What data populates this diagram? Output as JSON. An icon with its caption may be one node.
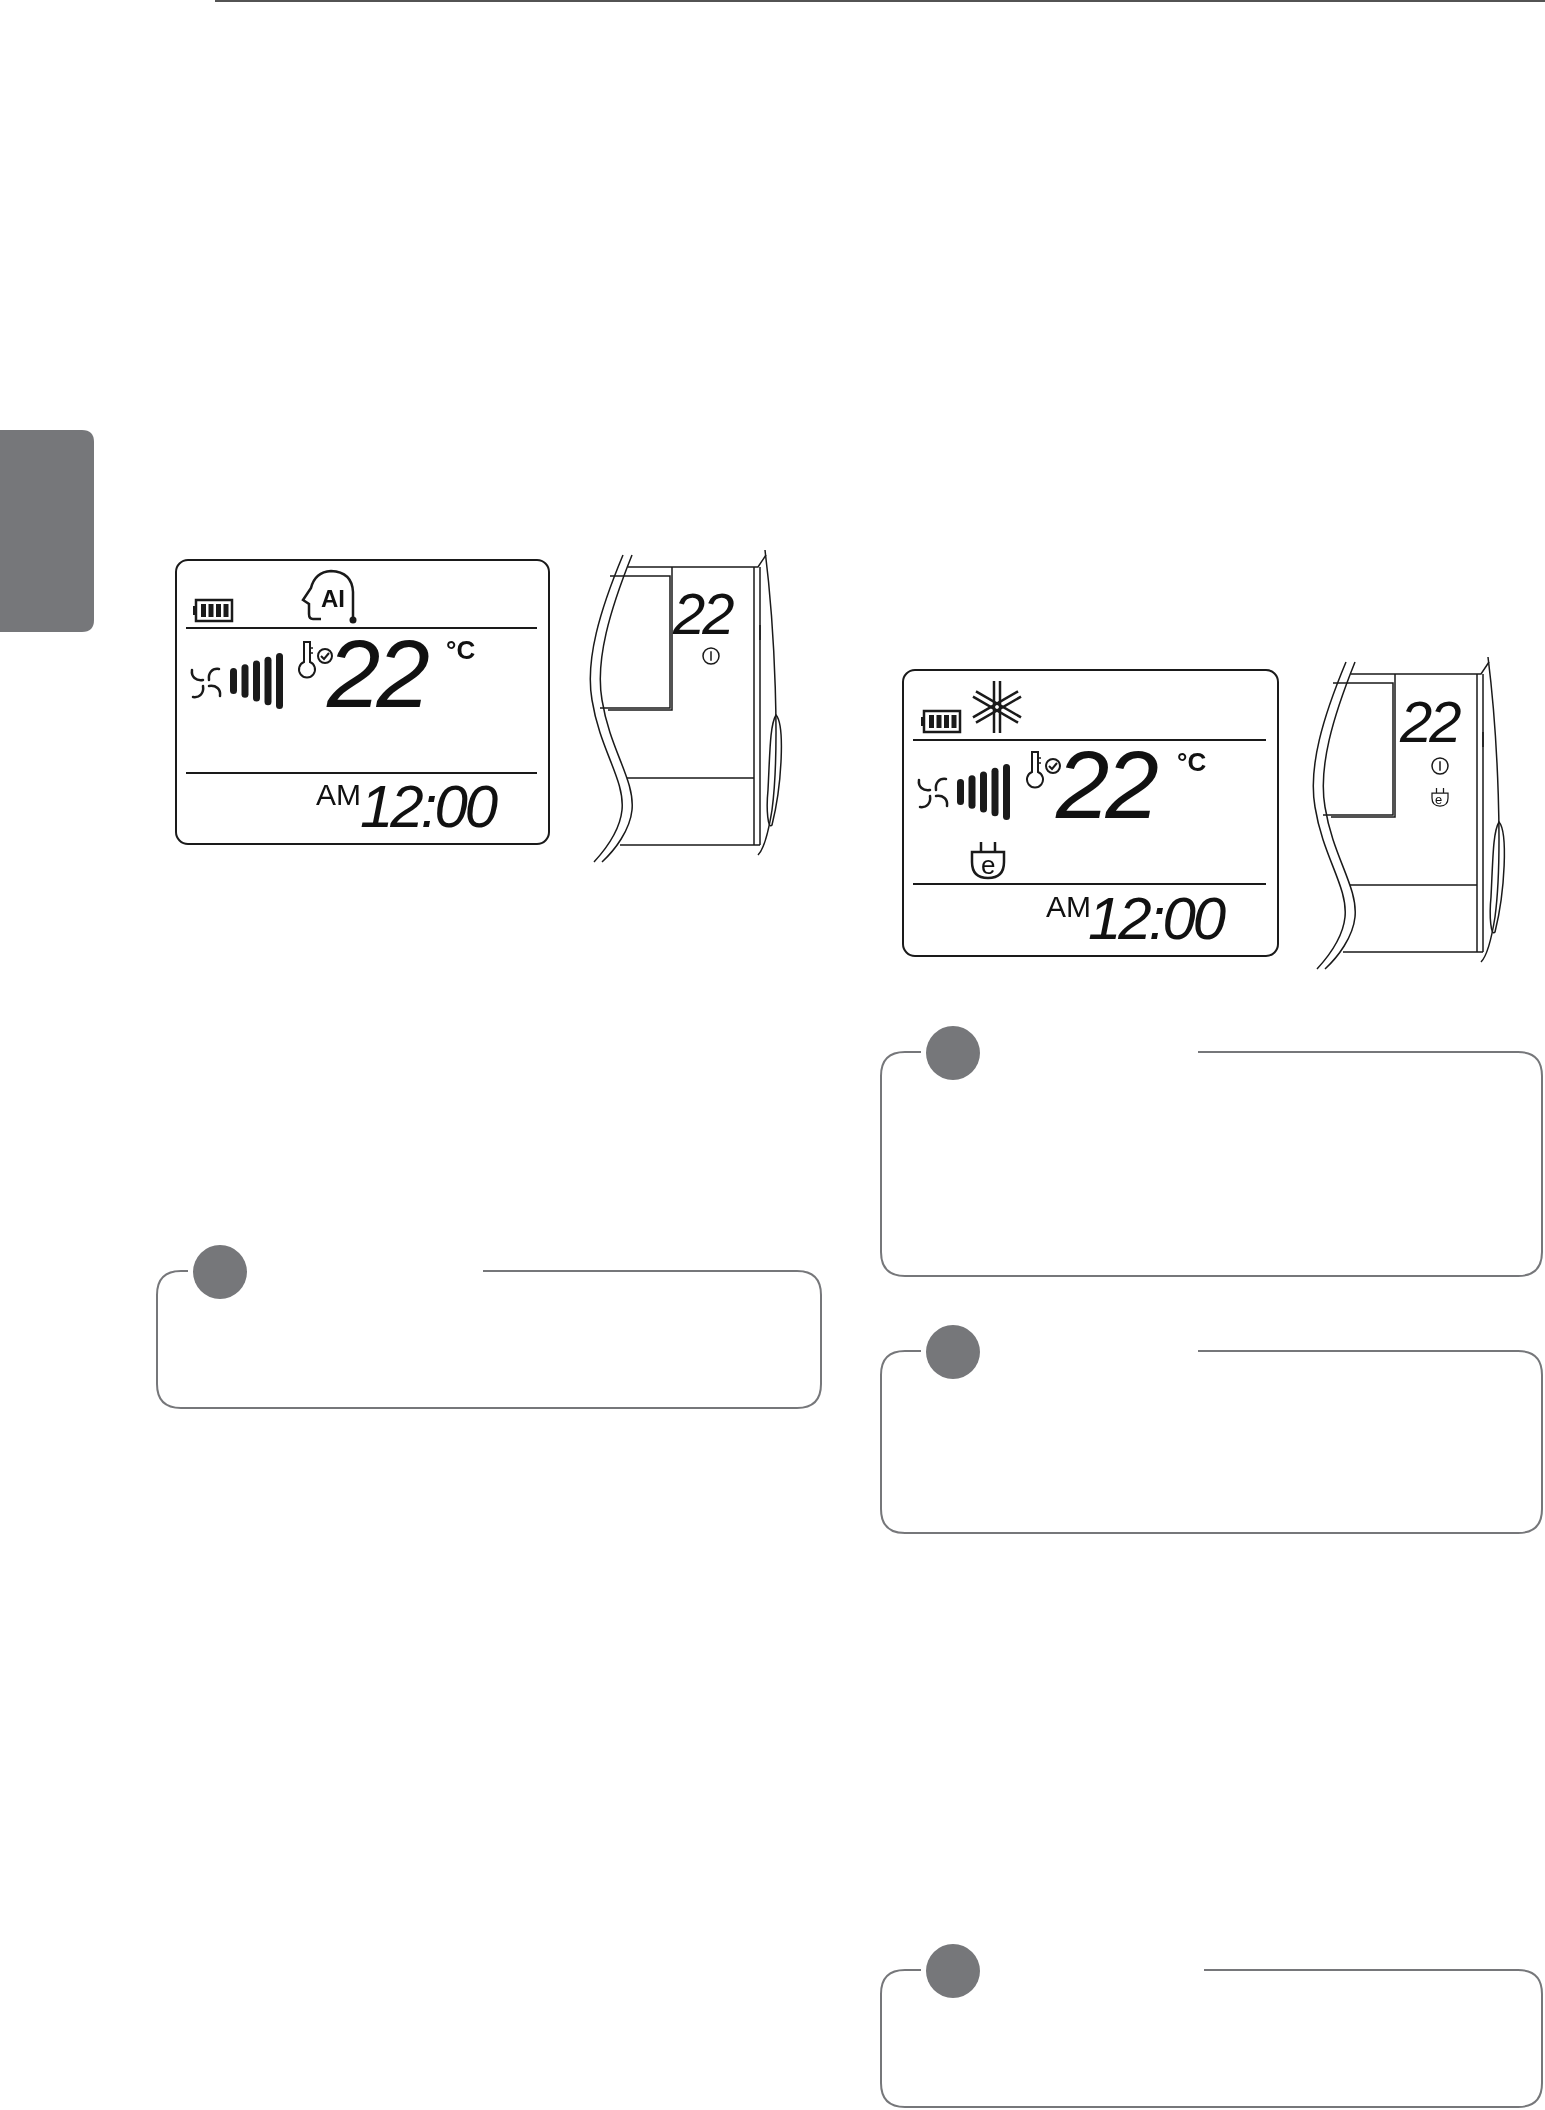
{
  "diagram": {
    "nodes": [
      {
        "text": [],
        "shape": "box"
      }
    ],
    "labels": [
      "AI",
      "22",
      "°C",
      "AM",
      "12:00",
      "22",
      "22",
      "°C",
      "e",
      "AM",
      "12:00",
      "22",
      "e"
    ]
  }
}
